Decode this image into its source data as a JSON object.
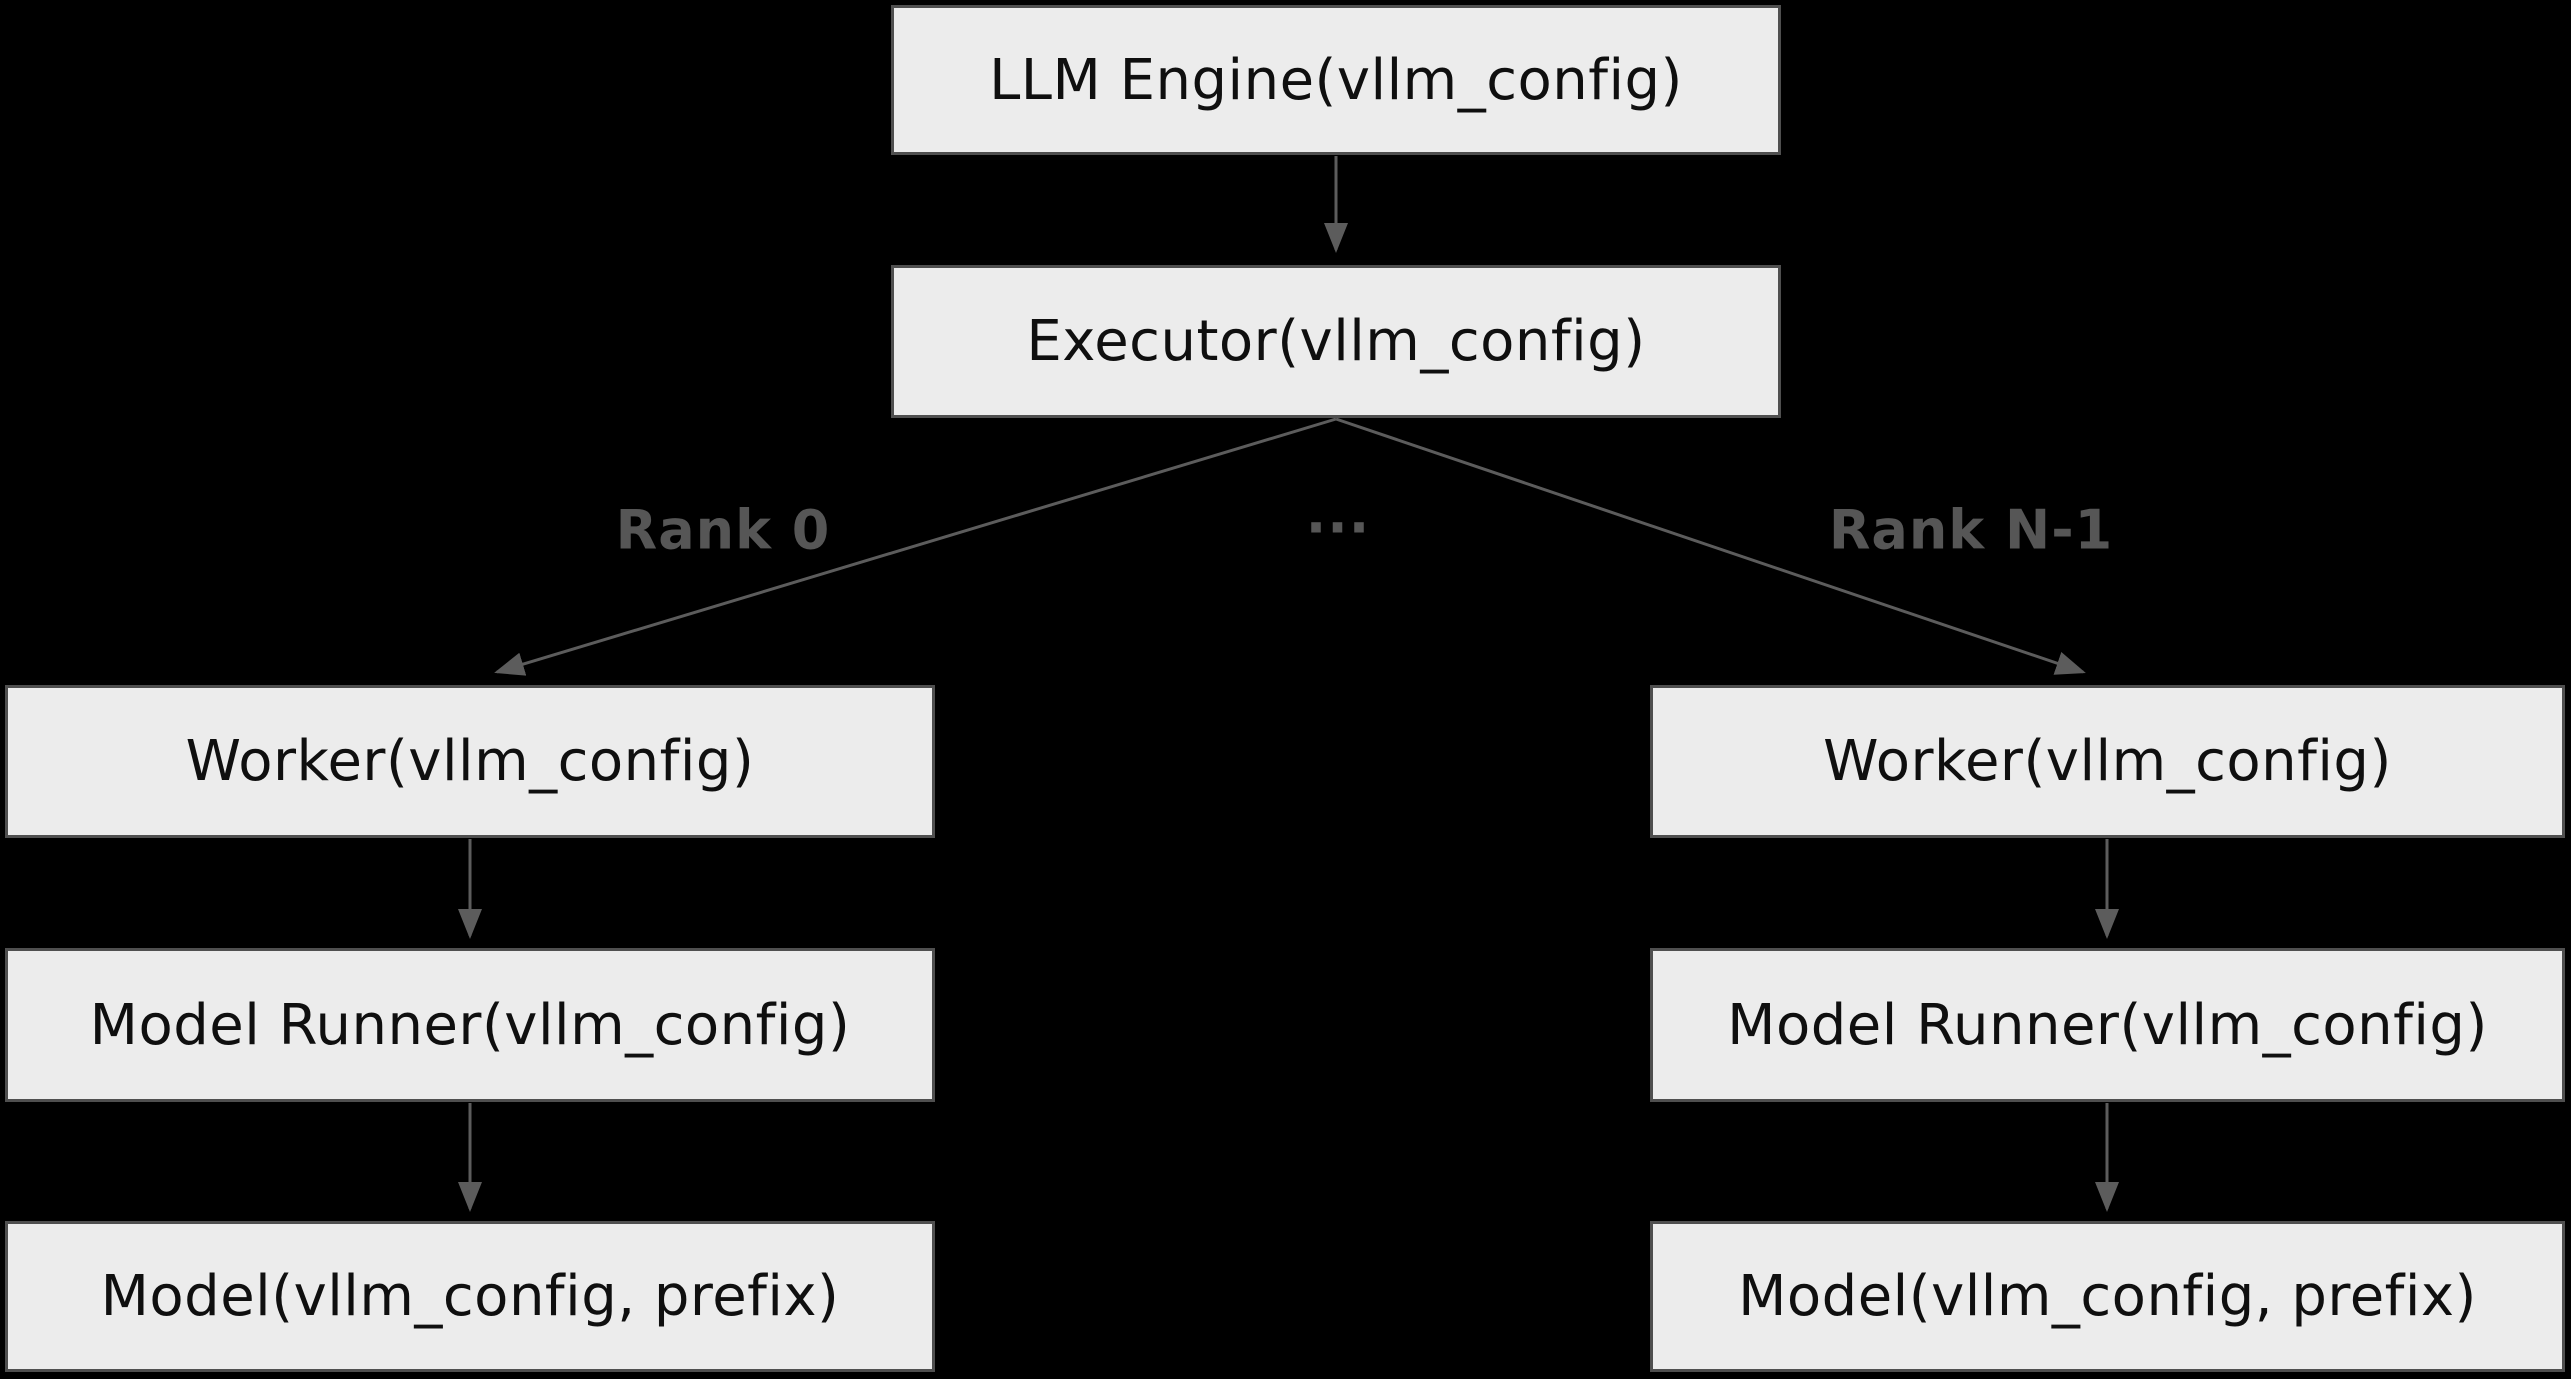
{
  "diagram": {
    "nodes": {
      "llm_engine": {
        "label": "LLM Engine(vllm_config)"
      },
      "executor": {
        "label": "Executor(vllm_config)"
      },
      "worker_rank0": {
        "label": "Worker(vllm_config)"
      },
      "model_runner_rank0": {
        "label": "Model Runner(vllm_config)"
      },
      "model_rank0": {
        "label": "Model(vllm_config, prefix)"
      },
      "worker_rankn": {
        "label": "Worker(vllm_config)"
      },
      "model_runner_rankn": {
        "label": "Model Runner(vllm_config)"
      },
      "model_rankn": {
        "label": "Model(vllm_config, prefix)"
      }
    },
    "edge_labels": {
      "rank_0": "Rank 0",
      "ellipsis": "...",
      "rank_n_minus_1": "Rank N-1"
    },
    "colors": {
      "background": "#000000",
      "node_fill": "#ececec",
      "node_border": "#4f4f4f",
      "node_text": "#0f0f0f",
      "edge": "#5c5c5c",
      "edge_label_text": "#565656"
    }
  }
}
